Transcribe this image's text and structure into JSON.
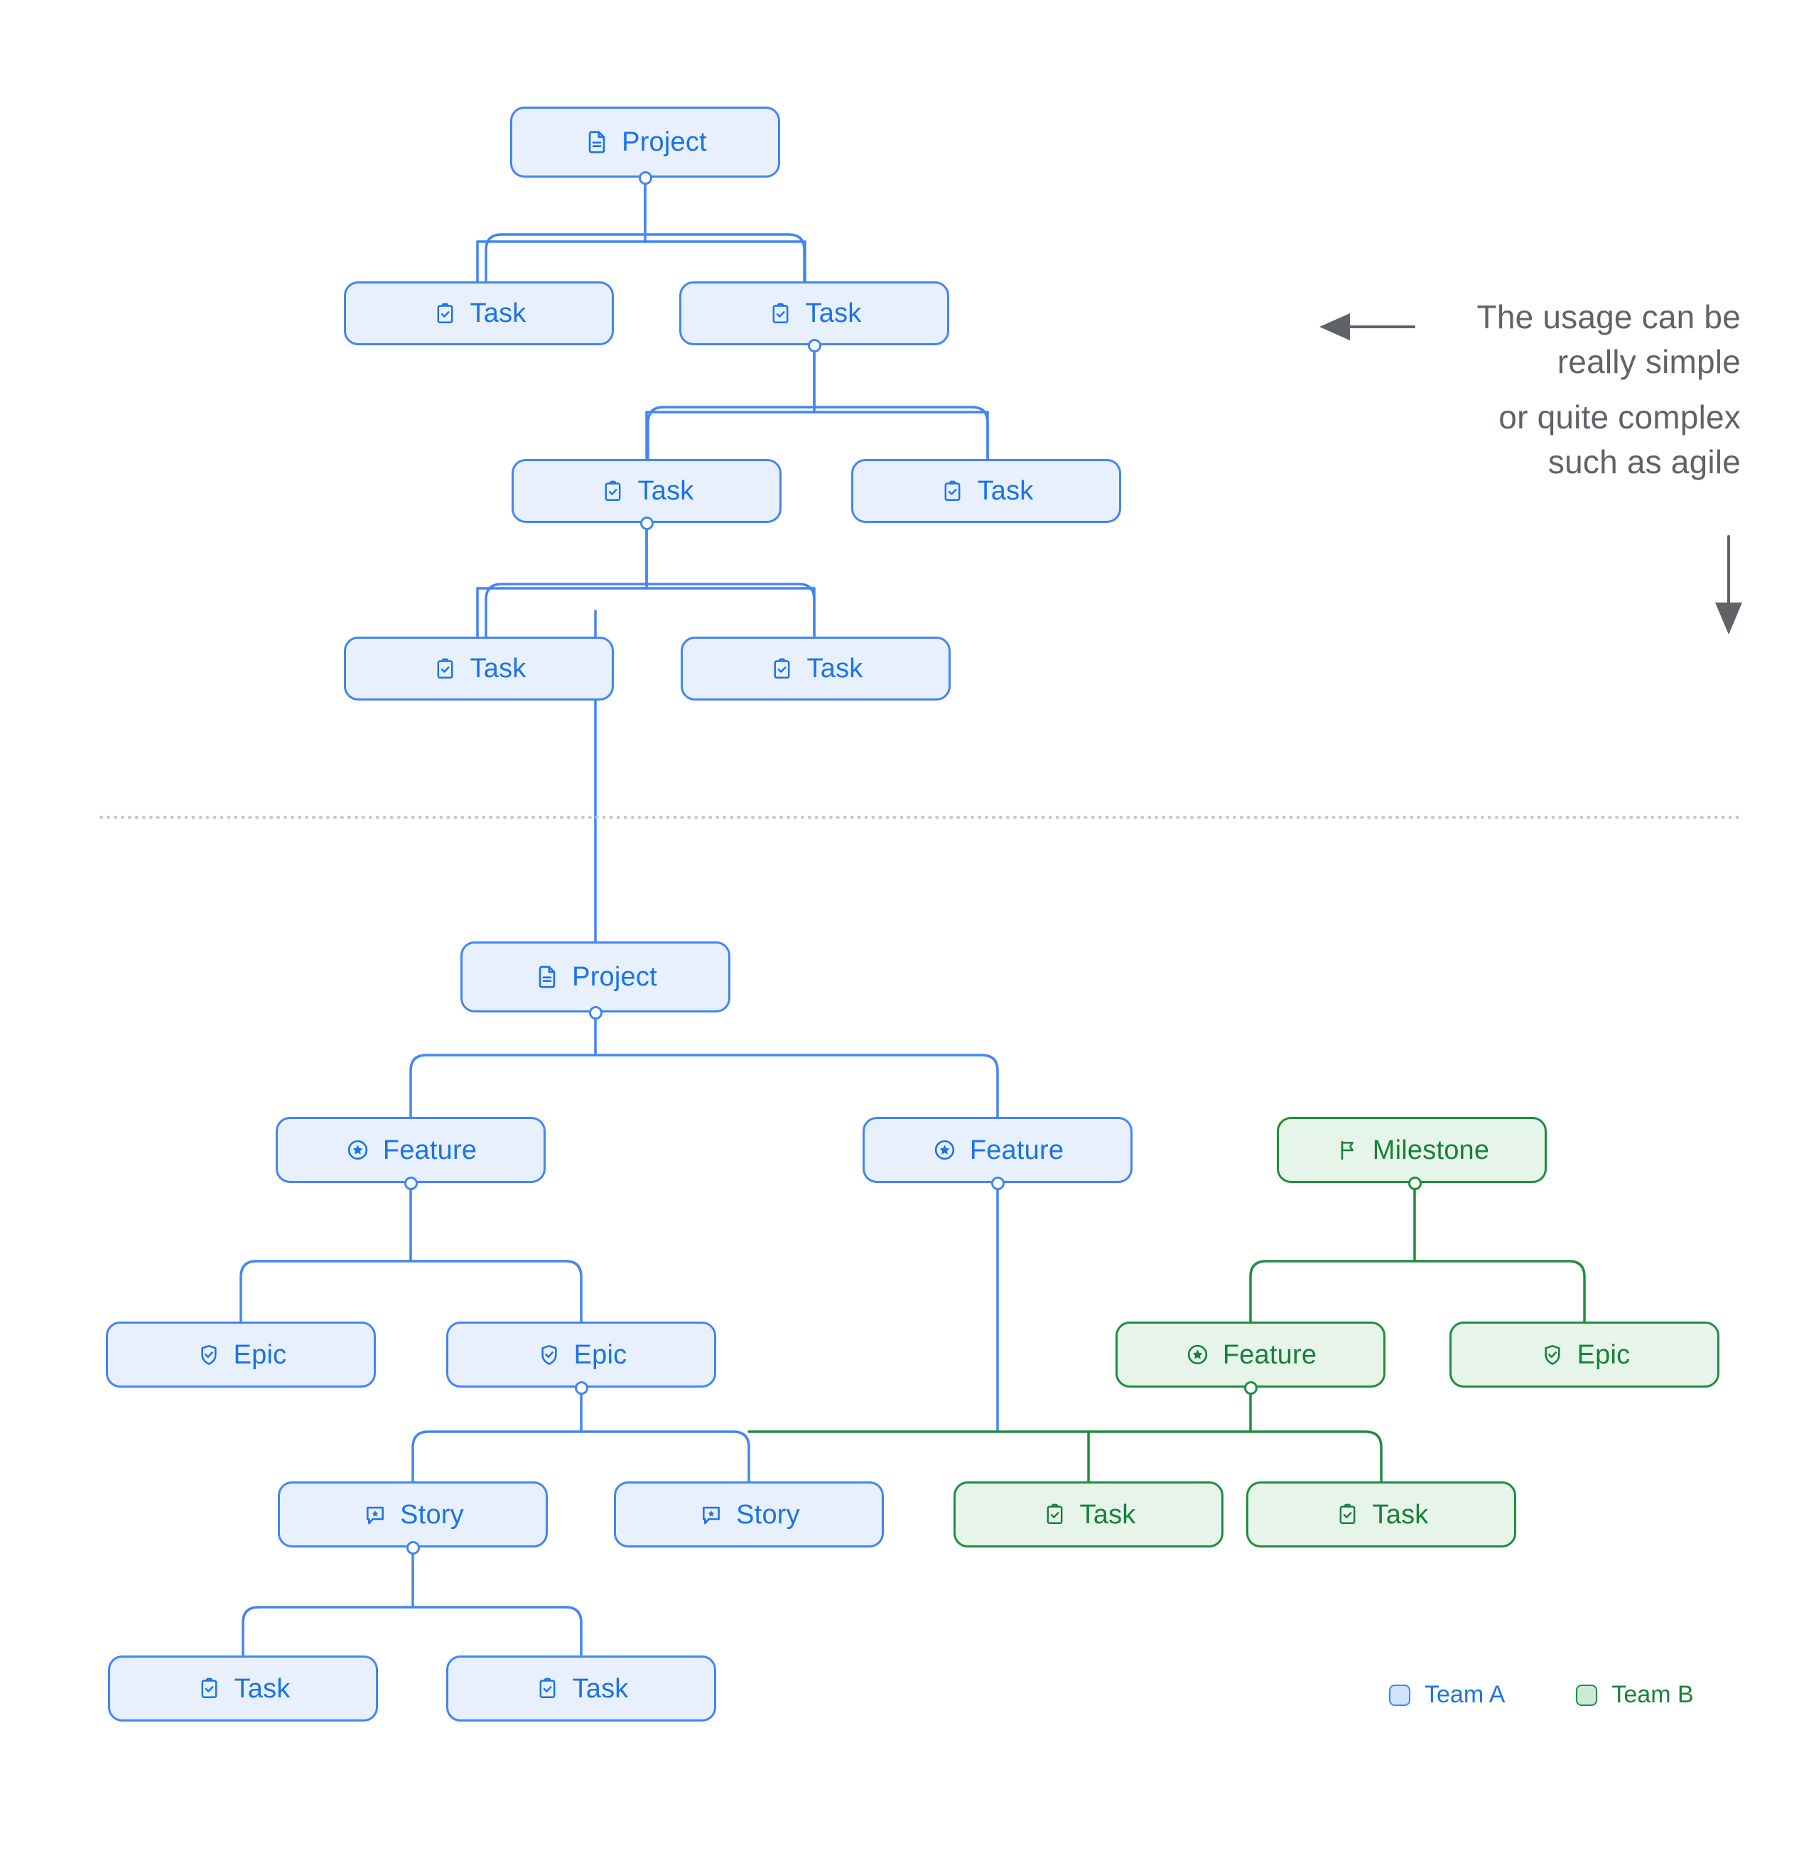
{
  "colors": {
    "team_a_border": "#4285f4",
    "team_a_fill": "#e8f0fe",
    "team_a_text": "#1a73e8",
    "team_b_border": "#1e8e3e",
    "team_b_fill": "#e6f4ea",
    "team_b_text": "#188038",
    "annotation_text": "#5f6368",
    "divider": "#c5c9cc",
    "background": "#ffffff"
  },
  "annotation": {
    "line1": "The usage can be",
    "line2": "really simple",
    "line3": "or quite complex",
    "line4": "such as agile"
  },
  "legend": {
    "items": [
      {
        "label": "Team A",
        "team": "a"
      },
      {
        "label": "Team B",
        "team": "b"
      }
    ]
  },
  "diagram_simple": {
    "nodes": [
      {
        "id": "s0",
        "label": "Project",
        "icon": "document-icon",
        "team": "a"
      },
      {
        "id": "s1",
        "label": "Task",
        "icon": "clipboard-check-icon",
        "team": "a"
      },
      {
        "id": "s2",
        "label": "Task",
        "icon": "clipboard-check-icon",
        "team": "a"
      },
      {
        "id": "s3",
        "label": "Task",
        "icon": "clipboard-check-icon",
        "team": "a"
      },
      {
        "id": "s4",
        "label": "Task",
        "icon": "clipboard-check-icon",
        "team": "a"
      },
      {
        "id": "s5",
        "label": "Task",
        "icon": "clipboard-check-icon",
        "team": "a"
      },
      {
        "id": "s6",
        "label": "Task",
        "icon": "clipboard-check-icon",
        "team": "a"
      }
    ]
  },
  "diagram_complex": {
    "nodes": [
      {
        "id": "c0",
        "label": "Project",
        "icon": "document-icon",
        "team": "a"
      },
      {
        "id": "c1",
        "label": "Feature",
        "icon": "star-circle-icon",
        "team": "a"
      },
      {
        "id": "c2",
        "label": "Feature",
        "icon": "star-circle-icon",
        "team": "a"
      },
      {
        "id": "c3",
        "label": "Milestone",
        "icon": "flag-icon",
        "team": "b"
      },
      {
        "id": "c4",
        "label": "Epic",
        "icon": "shield-check-icon",
        "team": "a"
      },
      {
        "id": "c5",
        "label": "Epic",
        "icon": "shield-check-icon",
        "team": "a"
      },
      {
        "id": "c6",
        "label": "Feature",
        "icon": "star-circle-icon",
        "team": "b"
      },
      {
        "id": "c7",
        "label": "Epic",
        "icon": "shield-check-icon",
        "team": "b"
      },
      {
        "id": "c8",
        "label": "Story",
        "icon": "comment-star-icon",
        "team": "a"
      },
      {
        "id": "c9",
        "label": "Story",
        "icon": "comment-star-icon",
        "team": "a"
      },
      {
        "id": "c10",
        "label": "Task",
        "icon": "clipboard-check-icon",
        "team": "b"
      },
      {
        "id": "c11",
        "label": "Task",
        "icon": "clipboard-check-icon",
        "team": "b"
      },
      {
        "id": "c12",
        "label": "Task",
        "icon": "clipboard-check-icon",
        "team": "a"
      },
      {
        "id": "c13",
        "label": "Task",
        "icon": "clipboard-check-icon",
        "team": "a"
      }
    ]
  }
}
